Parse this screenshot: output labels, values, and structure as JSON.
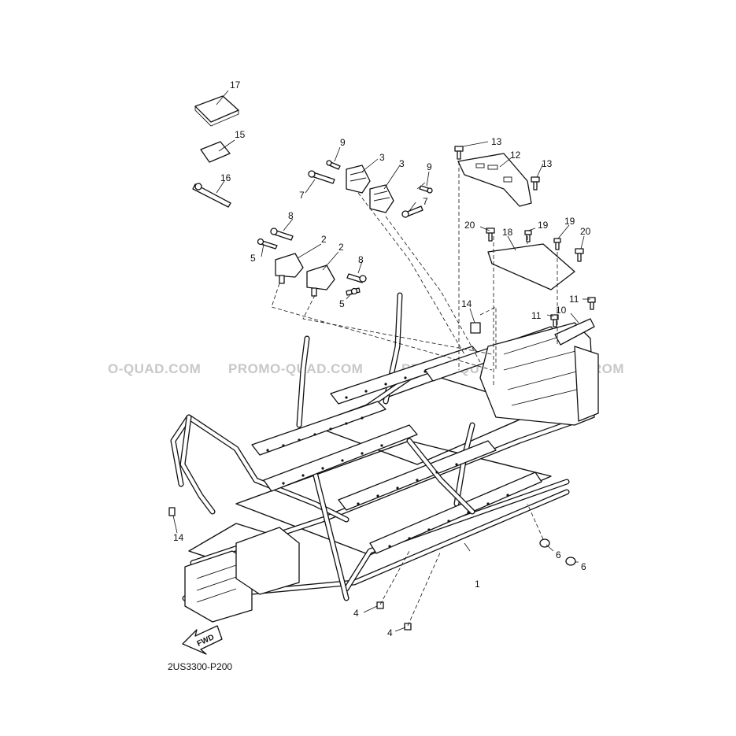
{
  "diagram": {
    "watermark_text": "PROMO-QUAD.COM",
    "watermark_left_fragment": "O-QUAD.COM",
    "watermark_right_fragment": "PROM",
    "diagram_code": "2US3300-P200",
    "fwd_label": "FWD",
    "callouts": {
      "c1": "1",
      "c2a": "2",
      "c2b": "2",
      "c3a": "3",
      "c3b": "3",
      "c4a": "4",
      "c4b": "4",
      "c5a": "5",
      "c5b": "5",
      "c6a": "6",
      "c6b": "6",
      "c7a": "7",
      "c7b": "7",
      "c8a": "8",
      "c8b": "8",
      "c9a": "9",
      "c9b": "9",
      "c10": "10",
      "c11a": "11",
      "c11b": "11",
      "c12": "12",
      "c13a": "13",
      "c13b": "13",
      "c14a": "14",
      "c14b": "14",
      "c15": "15",
      "c16": "16",
      "c17": "17",
      "c18": "18",
      "c19a": "19",
      "c19b": "19",
      "c20a": "20",
      "c20b": "20"
    }
  }
}
